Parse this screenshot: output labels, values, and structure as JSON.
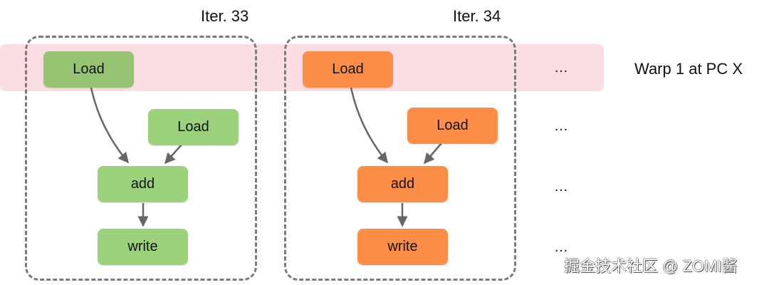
{
  "band": {
    "label": "Warp 1 at PC X",
    "color": "#fbdee3"
  },
  "iterations": [
    {
      "label": "Iter. 33",
      "color": "#9cd27c",
      "nodes": {
        "load_a": "Load",
        "load_b": "Load",
        "add": "add",
        "write": "write"
      }
    },
    {
      "label": "Iter. 34",
      "color": "#fd8e47",
      "nodes": {
        "load_a": "Load",
        "load_b": "Load",
        "add": "add",
        "write": "write"
      }
    }
  ],
  "ellipses": [
    "…",
    "…",
    "…",
    "…"
  ],
  "watermark": "掘金技术社区 @ ZOMI酱"
}
